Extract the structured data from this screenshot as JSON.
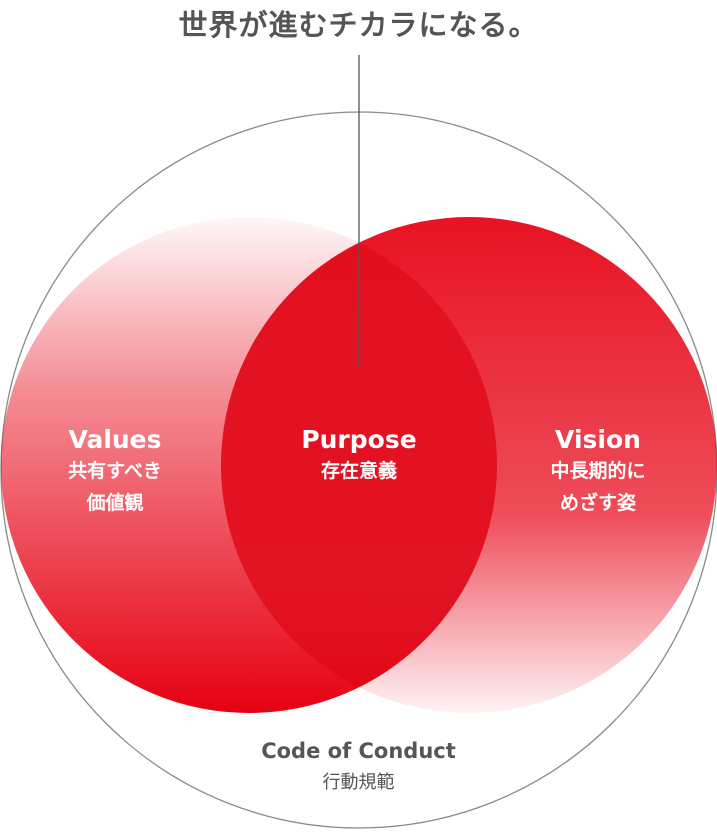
{
  "headline": "世界が進むチカラになる。",
  "purpose": {
    "title": "Purpose",
    "subtitle": "存在意義"
  },
  "values": {
    "title": "Values",
    "subtitle_line1": "共有すべき",
    "subtitle_line2": "価値観"
  },
  "vision": {
    "title": "Vision",
    "subtitle_line1": "中長期的に",
    "subtitle_line2": "めざす姿"
  },
  "code_of_conduct": {
    "title": "Code of Conduct",
    "subtitle": "行動規範"
  },
  "colors": {
    "red": "#e60012",
    "outline": "#8a8a8a",
    "text_gray": "#555555",
    "label_white": "#ffffff"
  }
}
